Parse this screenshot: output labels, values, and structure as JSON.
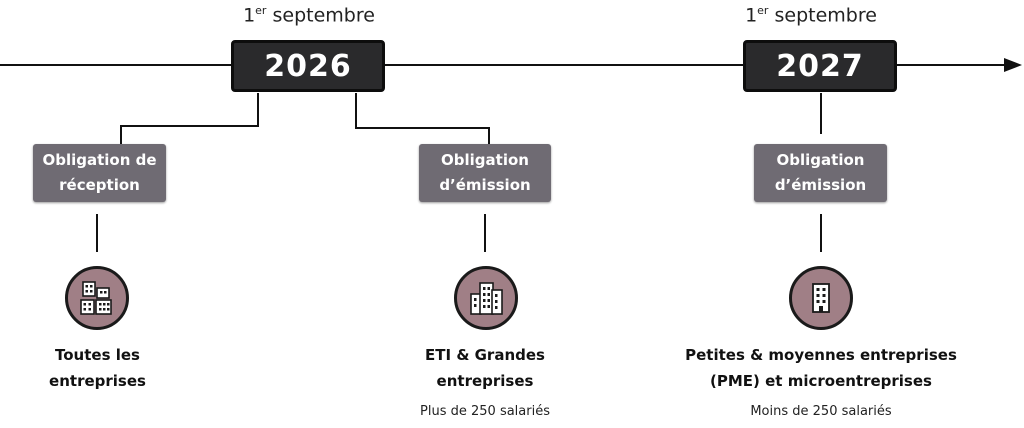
{
  "timeline": {
    "milestones": [
      {
        "date_prefix": "1",
        "date_sup": "er",
        "date_suffix": " septembre",
        "year": "2026"
      },
      {
        "date_prefix": "1",
        "date_sup": "er",
        "date_suffix": " septembre",
        "year": "2027"
      }
    ]
  },
  "obligations": [
    {
      "line1": "Obligation de",
      "line2": "réception"
    },
    {
      "line1": "Obligation",
      "line2": "d’émission"
    },
    {
      "line1": "Obligation",
      "line2": "d’émission"
    }
  ],
  "groups": [
    {
      "line1": "Toutes les",
      "line2": "entreprises",
      "sub": "",
      "icon": "buildings-cluster-icon"
    },
    {
      "line1": "ETI & Grandes",
      "line2": "entreprises",
      "sub": "Plus de 250 salariés",
      "icon": "buildings-large-icon"
    },
    {
      "line1": "Petites & moyennes entreprises",
      "line2": "(PME) et microentreprises",
      "sub": "Moins de 250 salariés",
      "icon": "building-single-icon"
    }
  ],
  "colors": {
    "year_bg": "#2a2a2c",
    "tag_bg": "#6f6b73",
    "icon_bg": "#a07f86"
  }
}
